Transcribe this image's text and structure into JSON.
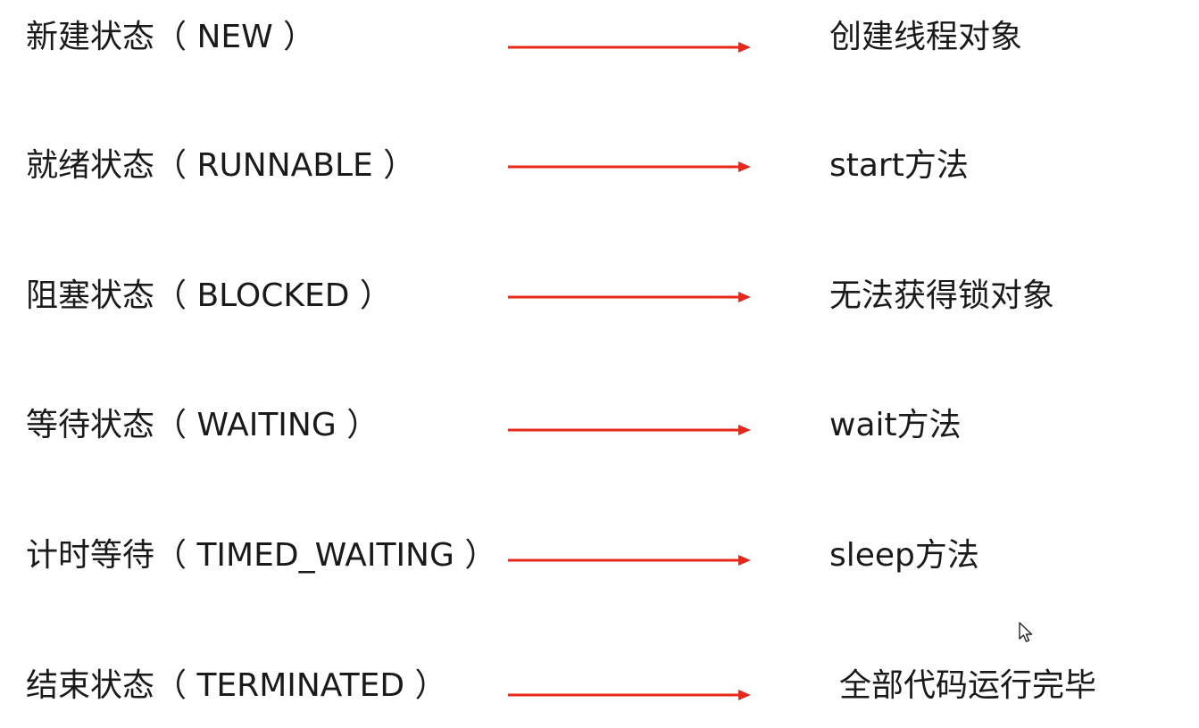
{
  "rows": [
    {
      "state": "新建状态（ NEW ）",
      "trigger": "创建线程对象"
    },
    {
      "state": "就绪状态（ RUNNABLE ）",
      "trigger": "start方法"
    },
    {
      "state": "阻塞状态（ BLOCKED ）",
      "trigger": "无法获得锁对象"
    },
    {
      "state": "等待状态（ WAITING ）",
      "trigger": "wait方法"
    },
    {
      "state": "计时等待（ TIMED_WAITING ）",
      "trigger": "sleep方法"
    },
    {
      "state": "结束状态（ TERMINATED ）",
      "trigger": "全部代码运行完毕"
    }
  ],
  "colors": {
    "arrow": "#e8261a",
    "text": "#1a1a1a",
    "background": "#ffffff"
  },
  "icons": {
    "cursor": "mouse-pointer-icon"
  }
}
